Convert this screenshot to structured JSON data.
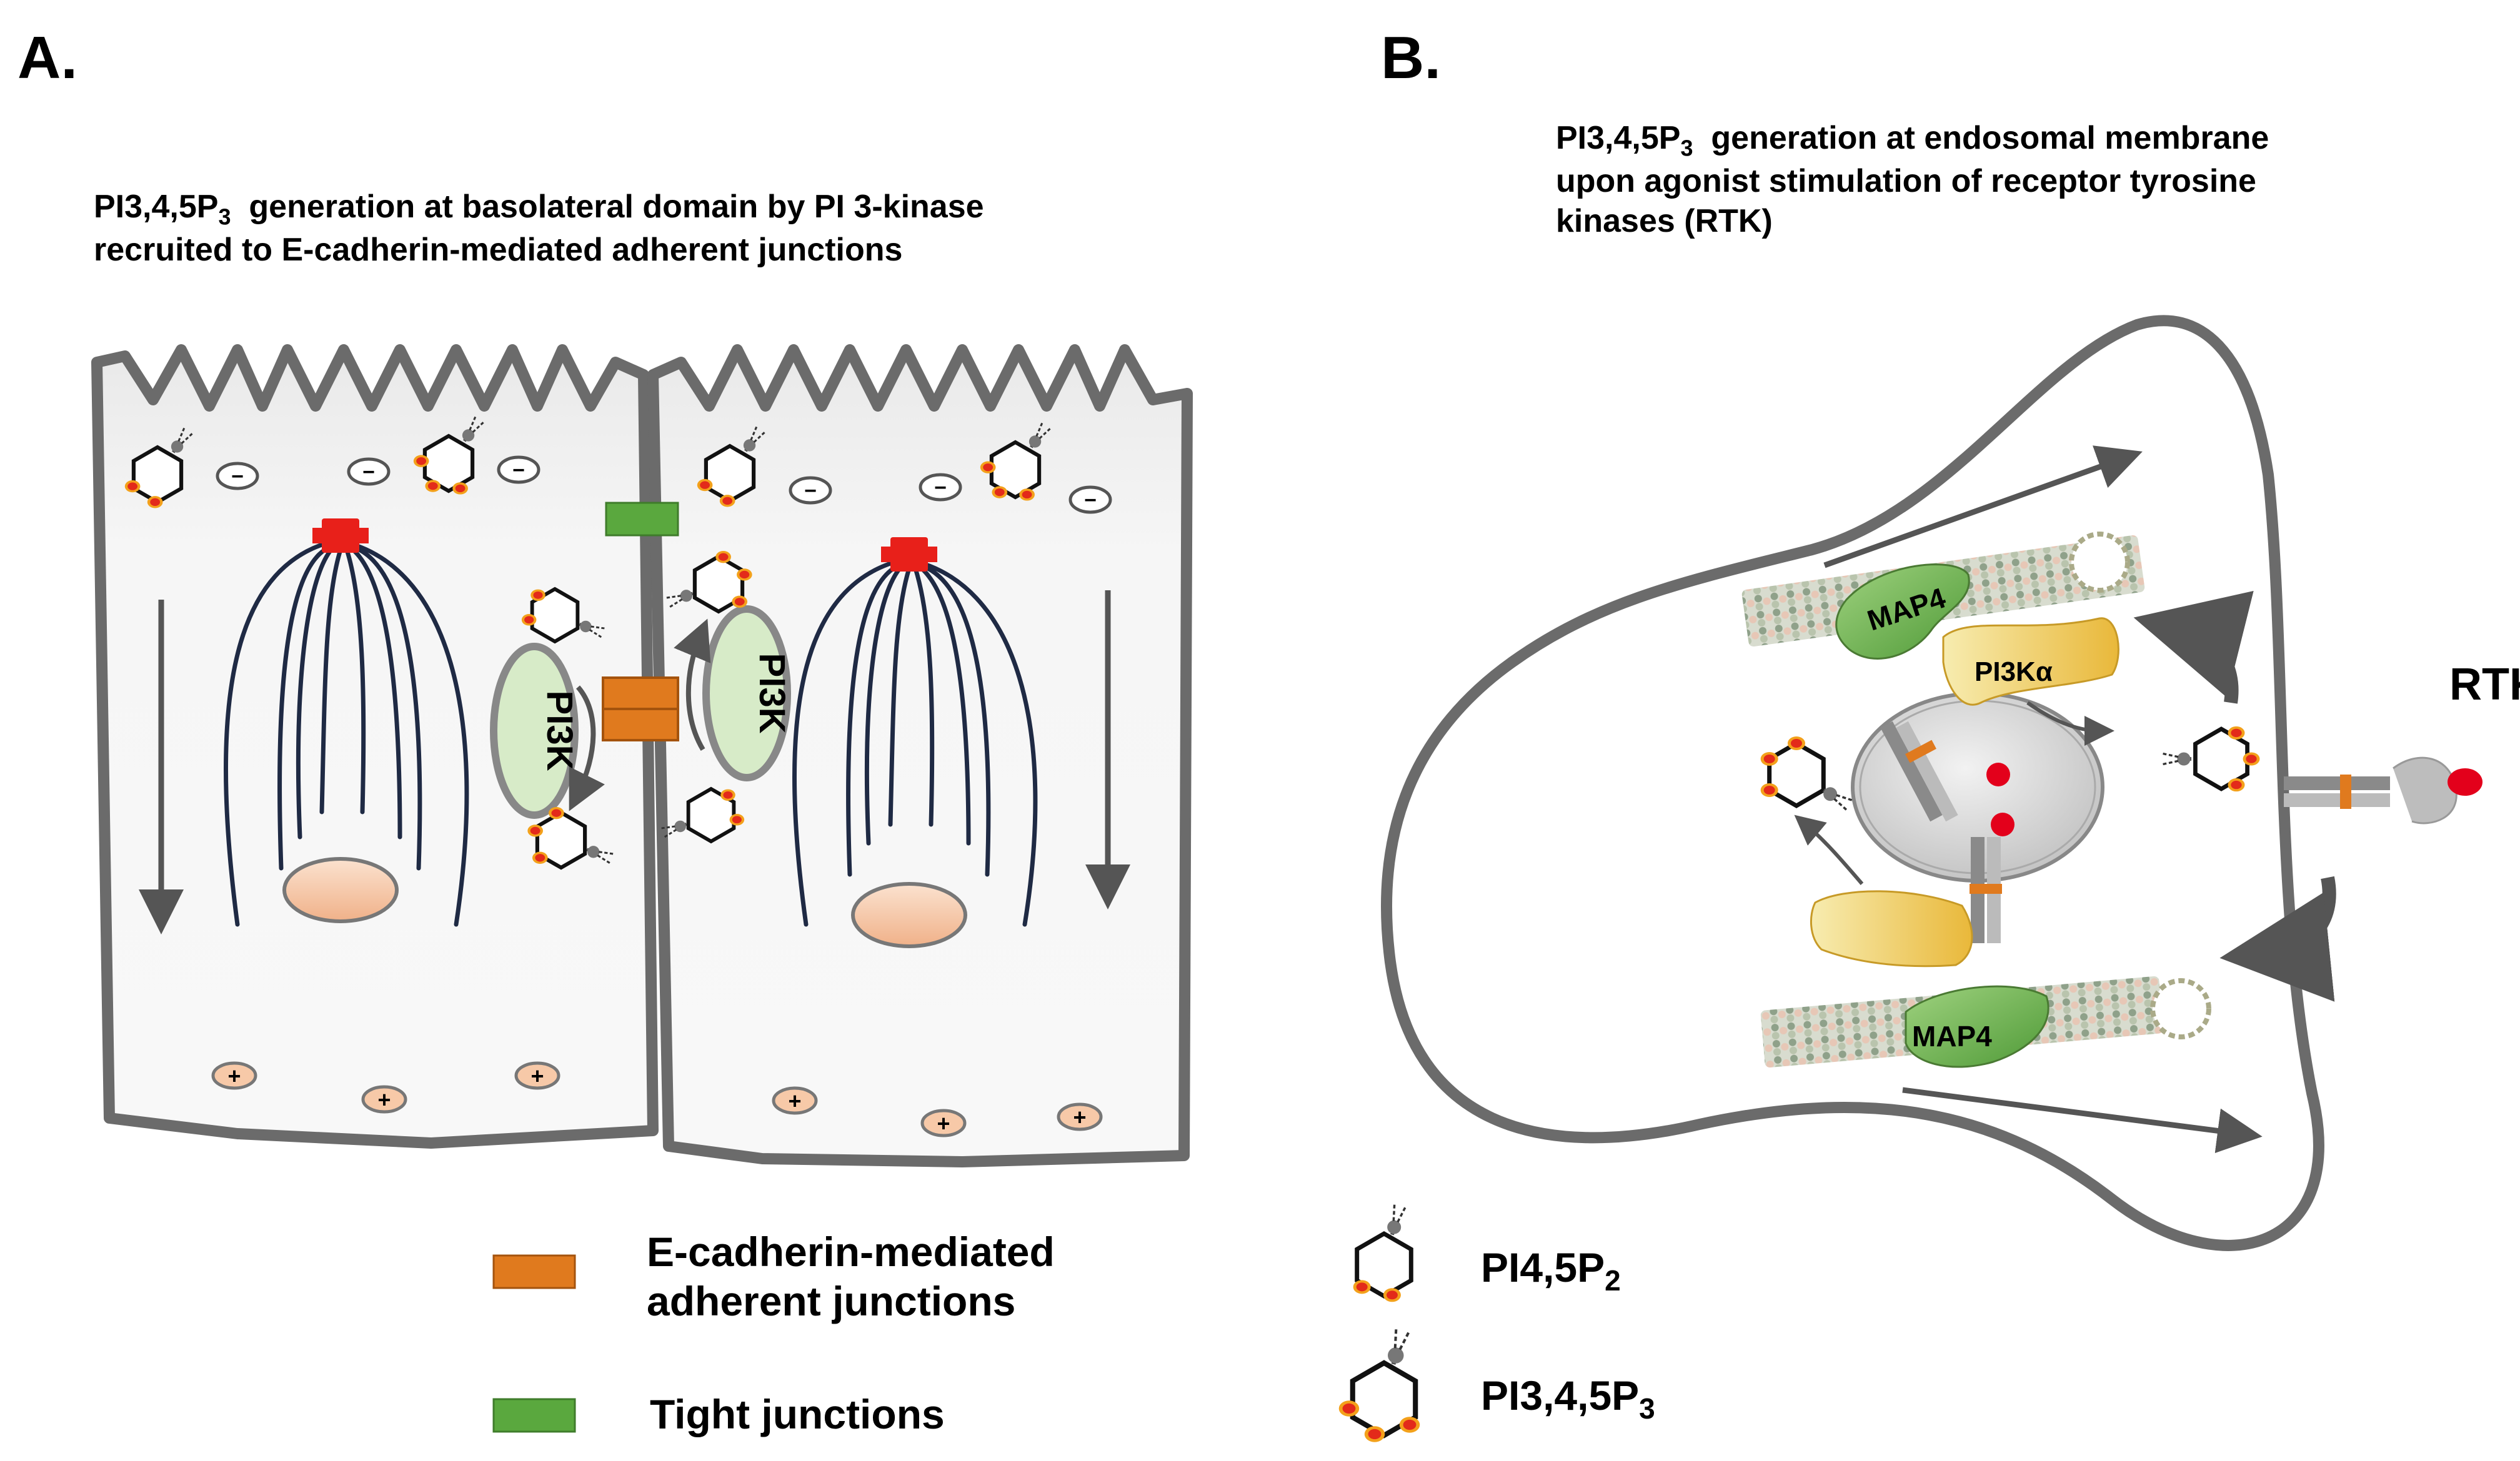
{
  "panel_a": {
    "label": "A.",
    "caption_line1_pre": "PI3,4,5P",
    "caption_line1_sub": "3",
    "caption_line1_post": "  generation at basolateral domain by PI 3-kinase",
    "caption_line2": "recruited to E-cadherin-mediated adherent junctions",
    "pi3k_label": "PI3K",
    "minus_sign": "−",
    "plus_sign": "+"
  },
  "panel_b": {
    "label": "B.",
    "caption_line1_pre": "PI3,4,5P",
    "caption_line1_sub": "3",
    "caption_line1_post": "  generation at endosomal membrane",
    "caption_line2": "upon agonist stimulation of receptor tyrosine",
    "caption_line3": "kinases (RTK)",
    "rtk_label": "RTK",
    "map4_label": "MAP4",
    "pi3ka_label": "PI3Kα"
  },
  "legend": {
    "ecad_line1": "E-cadherin-mediated",
    "ecad_line2": "adherent junctions",
    "tight_label": "Tight junctions",
    "pi45p2_pre": "PI4,5P",
    "pi45p2_sub": "2",
    "pi345p3_pre": "PI3,4,5P",
    "pi345p3_sub": "3"
  },
  "colors": {
    "membrane": "#6b6b6b",
    "cytoplasm": "#f4f4f4",
    "ecadherin": "#e07a1e",
    "tight_junction": "#5aa83e",
    "pi3k_fill": "#d7ebc8",
    "phosphate": "#e32a1a",
    "phosphate_ring": "#f3a11b",
    "nucleus": "#f7c9a8",
    "microtubule": "#1f2a44",
    "map4": "#6db04f",
    "pi3ka": "#f1cf5a",
    "endosome": "#d9d9d9"
  }
}
